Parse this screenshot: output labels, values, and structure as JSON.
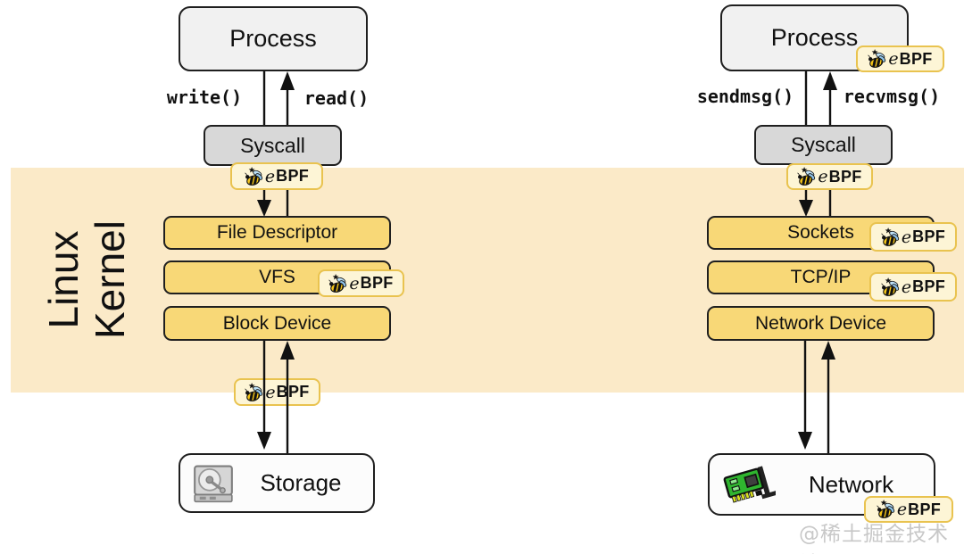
{
  "kernel_band": {
    "line1": "Linux",
    "line2": "Kernel"
  },
  "ebpf_badge": {
    "e": "e",
    "bpf": "BPF"
  },
  "left_stack": {
    "process_label": "Process",
    "down_call_label": "write()",
    "up_call_label": "read()",
    "syscall_label": "Syscall",
    "layers": [
      "File Descriptor",
      "VFS",
      "Block Device"
    ],
    "device_label": "Storage"
  },
  "right_stack": {
    "process_label": "Process",
    "down_call_label": "sendmsg()",
    "up_call_label": "recvmsg()",
    "syscall_label": "Syscall",
    "layers": [
      "Sockets",
      "TCP/IP",
      "Network Device"
    ],
    "device_label": "Network"
  },
  "watermark": "@稀土掘金技术社区",
  "colors": {
    "kernel_band_bg": "#FBEAC8",
    "kernel_layer_box_bg": "#F8D877",
    "process_box_bg": "#F1F1F1",
    "syscall_box_bg": "#D8D8D8",
    "device_box_bg": "#FCFCFC",
    "badge_bg": "#FDF5D6",
    "badge_border": "#E9C34F",
    "box_border": "#1F1F1F",
    "watermark_color": "#C8C8C8"
  }
}
